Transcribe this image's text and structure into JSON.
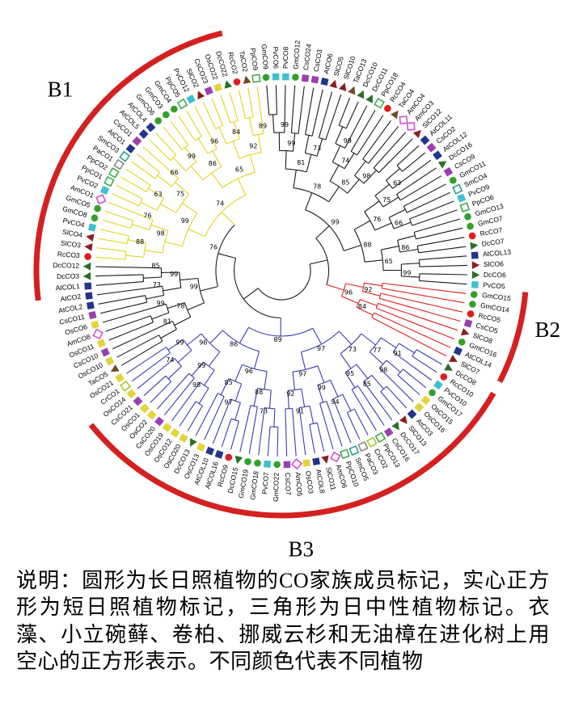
{
  "figure": {
    "type": "circular-phylogenetic-tree",
    "arc_color": "#d42020",
    "branch_colors": {
      "black": "#1b1b1b",
      "yellow": "#e3d41e",
      "blue": "#3b3bb0",
      "red": "#e02020"
    },
    "clades": [
      {
        "id": "B1",
        "label": "B1",
        "arc_start": 263,
        "arc_end": 346,
        "label_angle": 309,
        "label_radius": 352
      },
      {
        "id": "B2",
        "label": "B2",
        "arc_start": 95,
        "arc_end": 117,
        "label_angle": 103,
        "label_radius": 338
      },
      {
        "id": "B3",
        "label": "B3",
        "arc_start": 120,
        "arc_end": 231,
        "label_angle": 176,
        "label_radius": 348
      }
    ],
    "taxa_styles": {
      "Gm": {
        "shape": "circle",
        "color": "#33a02c"
      },
      "Rc": {
        "shape": "circle",
        "color": "#e31a1c"
      },
      "Pv": {
        "shape": "square",
        "color": "#3fc0cf"
      },
      "Os": {
        "shape": "square",
        "color": "#e4d33b"
      },
      "At": {
        "shape": "square",
        "color": "#23348c"
      },
      "Cs": {
        "shape": "square",
        "color": "#9a3fae"
      },
      "Sl": {
        "shape": "triangle",
        "color": "#8a1f1f"
      },
      "Dc": {
        "shape": "triangle",
        "color": "#2a6e2a"
      },
      "Ta": {
        "shape": "triangle",
        "color": "#6e4a1f"
      },
      "Am": {
        "shape": "open-diamond",
        "color": "#d44fd4"
      },
      "Pp": {
        "shape": "open-square",
        "color": "#3fae4a"
      },
      "Sm": {
        "shape": "open-square",
        "color": "#2a9d8f"
      },
      "Pa": {
        "shape": "open-square",
        "color": "#8a8a8a"
      },
      "Cr": {
        "shape": "open-square",
        "color": "#aec52f"
      }
    },
    "bootstrap_values": [
      99,
      78,
      81,
      99,
      99,
      73,
      85,
      74,
      99,
      98,
      88,
      76,
      75,
      63,
      66,
      65,
      86,
      99,
      96,
      92,
      84,
      89,
      97,
      73,
      77,
      91,
      98,
      95,
      85,
      97,
      99,
      94,
      92,
      91,
      86,
      96,
      88,
      73,
      85,
      97,
      96,
      99,
      98,
      99,
      74,
      76
    ],
    "leaves": [
      {
        "label": "GmCO9",
        "branch": "black"
      },
      {
        "label": "PvCO6",
        "branch": "black"
      },
      {
        "label": "PvCO8",
        "branch": "black"
      },
      {
        "label": "GmCO12",
        "branch": "black"
      },
      {
        "label": "CsCO24",
        "branch": "black"
      },
      {
        "label": "CsCO3",
        "branch": "black"
      },
      {
        "label": "AtCO6",
        "branch": "black"
      },
      {
        "label": "SlCO5",
        "branch": "black"
      },
      {
        "label": "SlCO10",
        "branch": "black"
      },
      {
        "label": "TaCO13",
        "branch": "black"
      },
      {
        "label": "DcCO10",
        "branch": "black"
      },
      {
        "label": "DcCO11",
        "branch": "black"
      },
      {
        "label": "PpCO18",
        "branch": "black"
      },
      {
        "label": "RcCO4",
        "branch": "black"
      },
      {
        "label": "TaCO4",
        "branch": "black"
      },
      {
        "label": "AmCO4",
        "branch": "black"
      },
      {
        "label": "AmCO3",
        "branch": "black"
      },
      {
        "label": "SlCO12",
        "branch": "black"
      },
      {
        "label": "AtCOL11",
        "branch": "black"
      },
      {
        "label": "CsCO2",
        "branch": "black"
      },
      {
        "label": "AtCOL12",
        "branch": "black"
      },
      {
        "label": "DcCO16",
        "branch": "black"
      },
      {
        "label": "CsCO9",
        "branch": "black"
      },
      {
        "label": "GmCO11",
        "branch": "black"
      },
      {
        "label": "SmCO4",
        "branch": "black"
      },
      {
        "label": "PvCO9",
        "branch": "black"
      },
      {
        "label": "PpCO6",
        "branch": "black"
      },
      {
        "label": "GmCO13",
        "branch": "black"
      },
      {
        "label": "GmCO7",
        "branch": "black"
      },
      {
        "label": "RcCO7",
        "branch": "black"
      },
      {
        "label": "DcCO7",
        "branch": "black"
      },
      {
        "label": "AtCOL13",
        "branch": "black"
      },
      {
        "label": "SlCO6",
        "branch": "black"
      },
      {
        "label": "DcCO6",
        "branch": "black"
      },
      {
        "label": "PvCO5",
        "branch": "black"
      },
      {
        "label": "GmCO15",
        "branch": "red"
      },
      {
        "label": "GmCO14",
        "branch": "red"
      },
      {
        "label": "RcCO5",
        "branch": "red"
      },
      {
        "label": "CsCO5",
        "branch": "red"
      },
      {
        "label": "SlCO8",
        "branch": "red"
      },
      {
        "label": "GmCO16",
        "branch": "red"
      },
      {
        "label": "AtCOL14",
        "branch": "red"
      },
      {
        "label": "SlCO7",
        "branch": "red"
      },
      {
        "label": "DcCO8",
        "branch": "blue"
      },
      {
        "label": "RcCO10",
        "branch": "blue"
      },
      {
        "label": "PvCO10",
        "branch": "blue"
      },
      {
        "label": "GmCO17",
        "branch": "blue"
      },
      {
        "label": "OsCO15",
        "branch": "blue"
      },
      {
        "label": "OsCO16",
        "branch": "blue"
      },
      {
        "label": "AtCO3",
        "branch": "blue"
      },
      {
        "label": "SlCO13",
        "branch": "blue"
      },
      {
        "label": "DcCO17",
        "branch": "blue"
      },
      {
        "label": "CsCO16",
        "branch": "blue"
      },
      {
        "label": "PpCO13",
        "branch": "blue"
      },
      {
        "label": "CrCO2",
        "branch": "blue"
      },
      {
        "label": "PaCO3",
        "branch": "blue"
      },
      {
        "label": "SmCO5",
        "branch": "blue"
      },
      {
        "label": "PpCO10",
        "branch": "blue"
      },
      {
        "label": "AmCO6",
        "branch": "blue"
      },
      {
        "label": "SlCO11",
        "branch": "blue"
      },
      {
        "label": "AtCOL8",
        "branch": "blue"
      },
      {
        "label": "OsCO3",
        "branch": "blue"
      },
      {
        "label": "AmCO5",
        "branch": "blue"
      },
      {
        "label": "CsCO7",
        "branch": "blue"
      },
      {
        "label": "GmCO22",
        "branch": "blue"
      },
      {
        "label": "PvCO7",
        "branch": "blue"
      },
      {
        "label": "GmCO18",
        "branch": "blue"
      },
      {
        "label": "GmCO19",
        "branch": "blue"
      },
      {
        "label": "DcCO15",
        "branch": "blue"
      },
      {
        "label": "RcCO9",
        "branch": "blue"
      },
      {
        "label": "AtCOL16",
        "branch": "blue"
      },
      {
        "label": "AtCOL10",
        "branch": "blue"
      },
      {
        "label": "OsCO13",
        "branch": "blue"
      },
      {
        "label": "DcCO13",
        "branch": "blue"
      },
      {
        "label": "OsCO20",
        "branch": "blue"
      },
      {
        "label": "OsCO12",
        "branch": "blue"
      },
      {
        "label": "OsCO19",
        "branch": "blue"
      },
      {
        "label": "CsCO20",
        "branch": "blue"
      },
      {
        "label": "OsCO2",
        "branch": "blue"
      },
      {
        "label": "OsCO1",
        "branch": "blue"
      },
      {
        "label": "CsCO21",
        "branch": "blue"
      },
      {
        "label": "OsCO14",
        "branch": "blue"
      },
      {
        "label": "CrCO1",
        "branch": "blue"
      },
      {
        "label": "OsCO21",
        "branch": "blue"
      },
      {
        "label": "TaCO5",
        "branch": "black"
      },
      {
        "label": "OsCO10",
        "branch": "black"
      },
      {
        "label": "CsCO10",
        "branch": "black"
      },
      {
        "label": "OsCO11",
        "branch": "black"
      },
      {
        "label": "AmCO8",
        "branch": "black"
      },
      {
        "label": "OsCO6",
        "branch": "black"
      },
      {
        "label": "CsCO11",
        "branch": "black"
      },
      {
        "label": "AtCOL2",
        "branch": "black"
      },
      {
        "label": "AtCO2",
        "branch": "black"
      },
      {
        "label": "AtCOL1",
        "branch": "black"
      },
      {
        "label": "DcCO3",
        "branch": "black"
      },
      {
        "label": "DcCO12",
        "branch": "black"
      },
      {
        "label": "RcCO3",
        "branch": "yellow"
      },
      {
        "label": "SlCO3",
        "branch": "yellow"
      },
      {
        "label": "SlCO4",
        "branch": "yellow"
      },
      {
        "label": "PvCO4",
        "branch": "yellow"
      },
      {
        "label": "GmCO8",
        "branch": "yellow"
      },
      {
        "label": "GmCO5",
        "branch": "yellow"
      },
      {
        "label": "AmCO1",
        "branch": "yellow"
      },
      {
        "label": "PvCO2",
        "branch": "yellow"
      },
      {
        "label": "PpCO1",
        "branch": "yellow"
      },
      {
        "label": "PpCO2",
        "branch": "yellow"
      },
      {
        "label": "PaCO1",
        "branch": "yellow"
      },
      {
        "label": "SmCO3",
        "branch": "yellow"
      },
      {
        "label": "AtCO1",
        "branch": "yellow"
      },
      {
        "label": "CsCO1",
        "branch": "yellow"
      },
      {
        "label": "AtCOL5",
        "branch": "yellow"
      },
      {
        "label": "AtCOL4",
        "branch": "yellow"
      },
      {
        "label": "GmCO6",
        "branch": "yellow"
      },
      {
        "label": "GmCO3",
        "branch": "yellow"
      },
      {
        "label": "GmCO4",
        "branch": "yellow"
      },
      {
        "label": "PpCO5",
        "branch": "yellow"
      },
      {
        "label": "PvCO12",
        "branch": "yellow"
      },
      {
        "label": "SlCO2",
        "branch": "yellow"
      },
      {
        "label": "CsCO23",
        "branch": "yellow"
      },
      {
        "label": "OsCO22",
        "branch": "yellow"
      },
      {
        "label": "DcCO22",
        "branch": "yellow"
      },
      {
        "label": "RcCO2",
        "branch": "yellow"
      },
      {
        "label": "TaCO2",
        "branch": "yellow"
      },
      {
        "label": "PpCO9",
        "branch": "yellow"
      }
    ]
  },
  "caption": {
    "text": "说明：圆形为长日照植物的CO家族成员标记，实心正方形为短日照植物标记，三角形为日中性植物标记。衣藻、小立碗藓、卷柏、挪威云杉和无油樟在进化树上用空心的正方形表示。不同颜色代表不同植物"
  }
}
